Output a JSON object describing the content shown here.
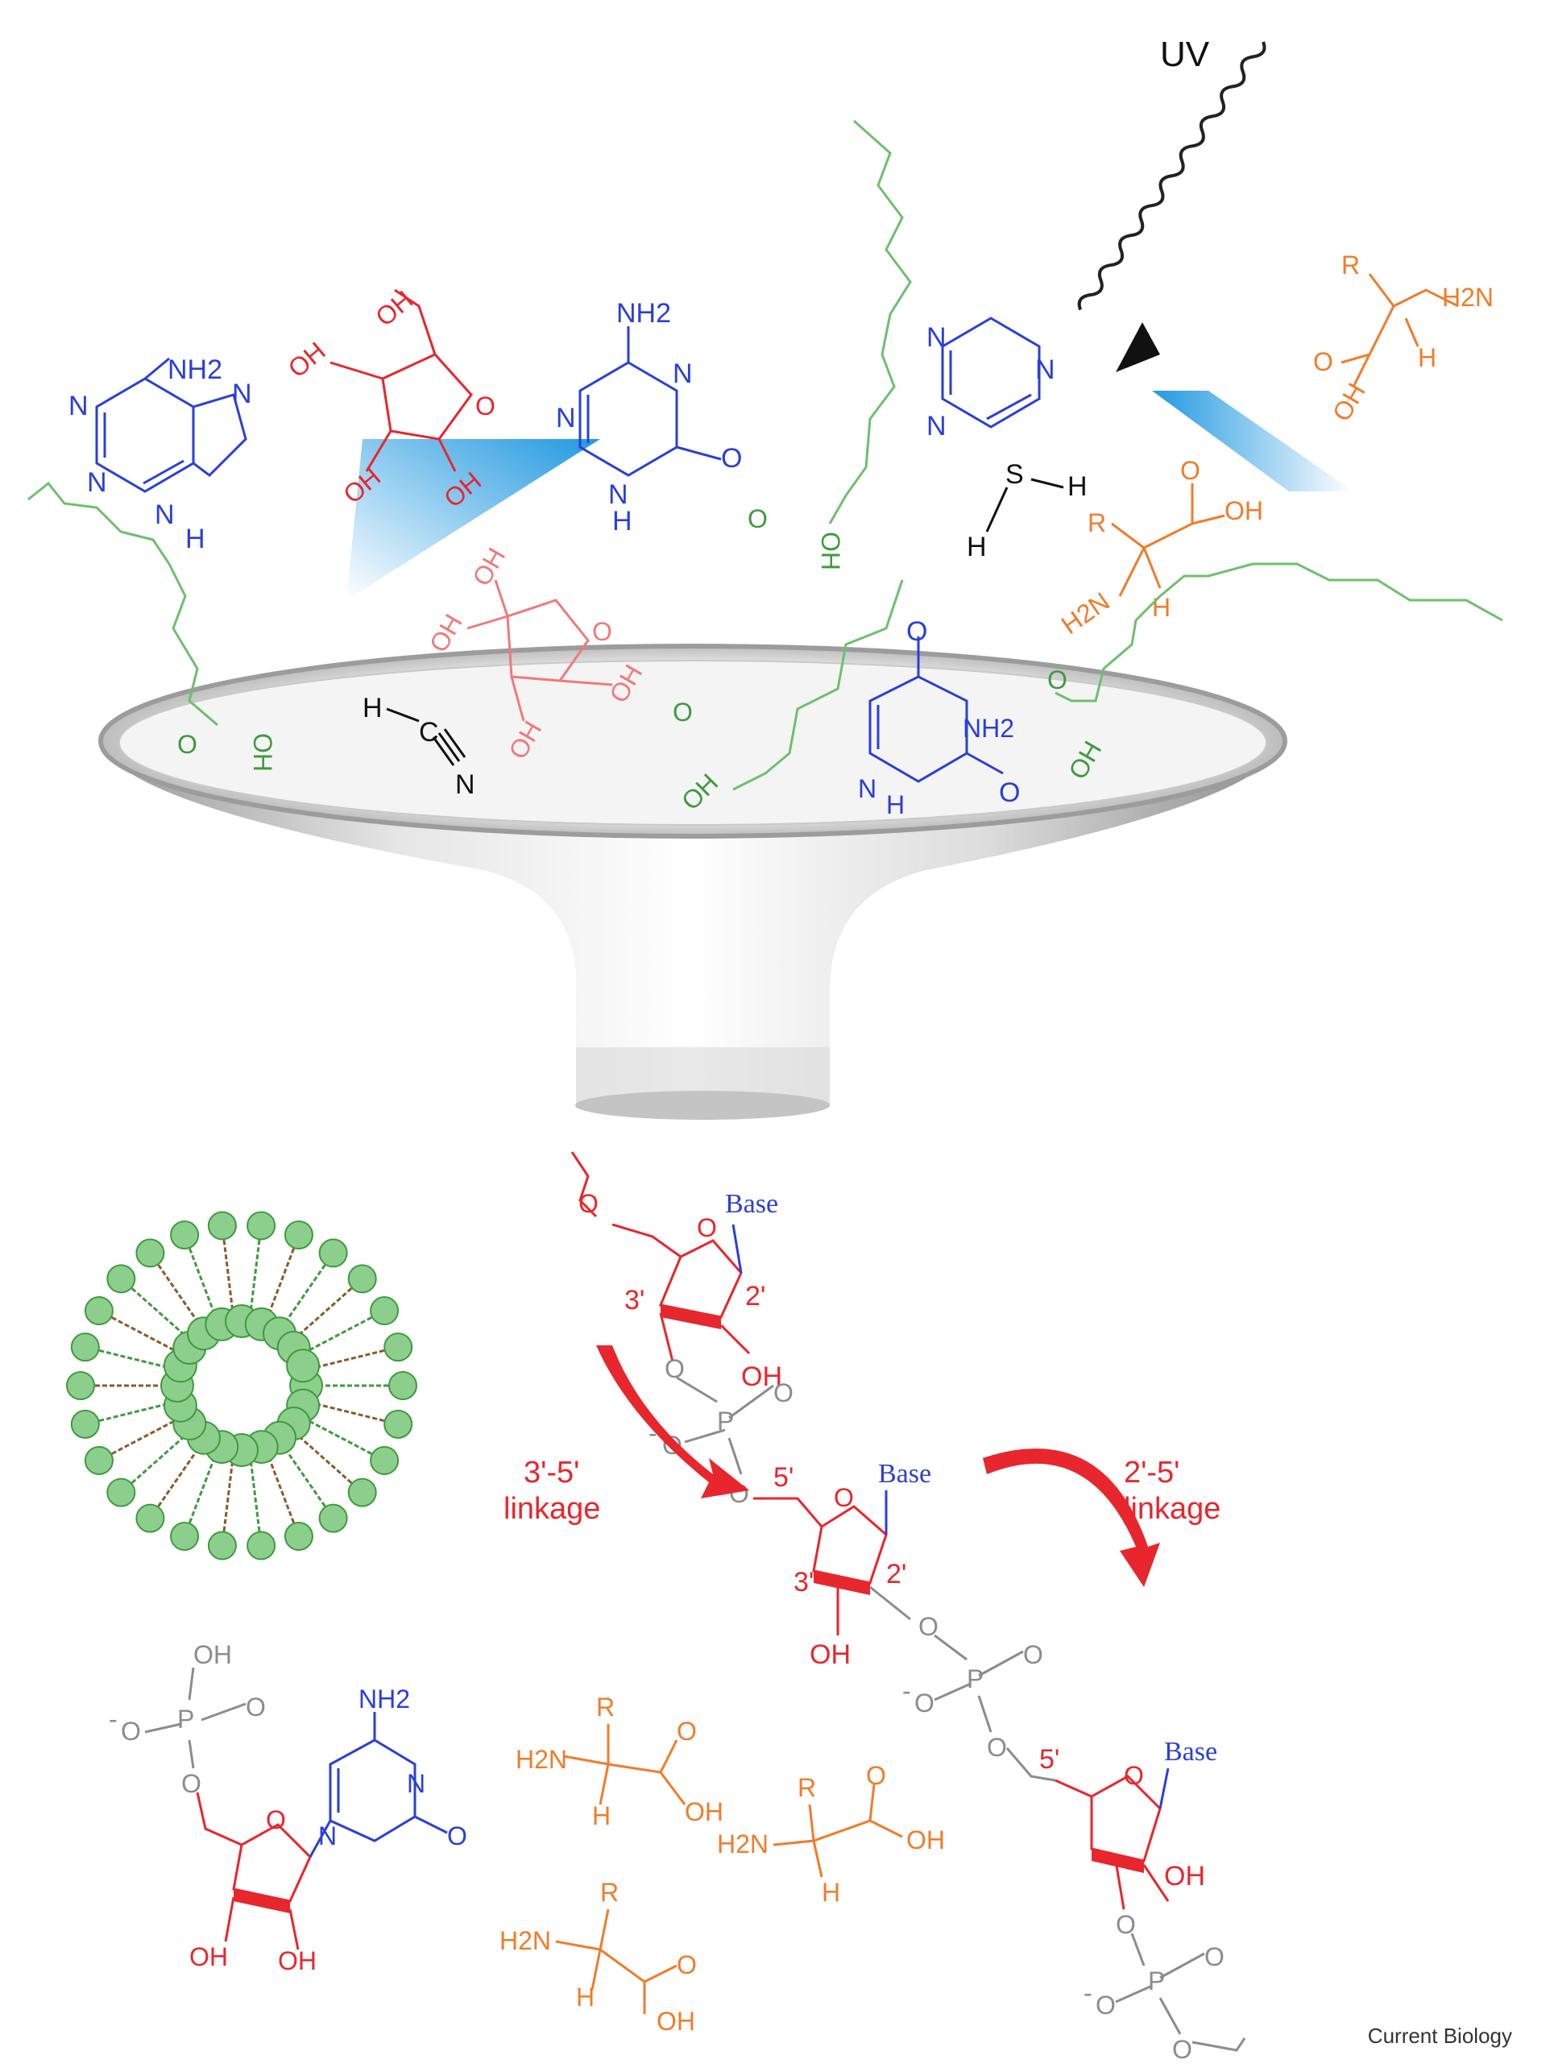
{
  "colors": {
    "base_blue": "#2a3fd9",
    "sugar_red": "#e8262d",
    "sugar_light": "#f07a7a",
    "lipid_green": "#3f9a3f",
    "lipid_light": "#8ccf8c",
    "amino_orange": "#f07c2a",
    "phosphate_gray": "#8c8c8c",
    "panel_blue": "#23a3e6",
    "black": "#111111"
  },
  "icons": {
    "uv_arrow": "wavy-arrow-icon",
    "funnel": "funnel-icon",
    "micelle": "micelle-icon",
    "linkage_arrow": "curved-arrow-icon"
  },
  "labels": {
    "uv": "UV",
    "nh2": "NH2",
    "oh": "OH",
    "o": "O",
    "n": "N",
    "h": "H",
    "s": "S",
    "c": "C",
    "p": "P",
    "r": "R",
    "h2n": "H2N",
    "base": "Base",
    "neg": "-",
    "three_prime": "3'",
    "two_prime": "2'",
    "five_prime": "5'",
    "linkage_35_a": "3'-5'",
    "linkage_35_b": "linkage",
    "linkage_25_a": "2'-5'",
    "linkage_25_b": "linkage"
  },
  "credit": "Current Biology"
}
